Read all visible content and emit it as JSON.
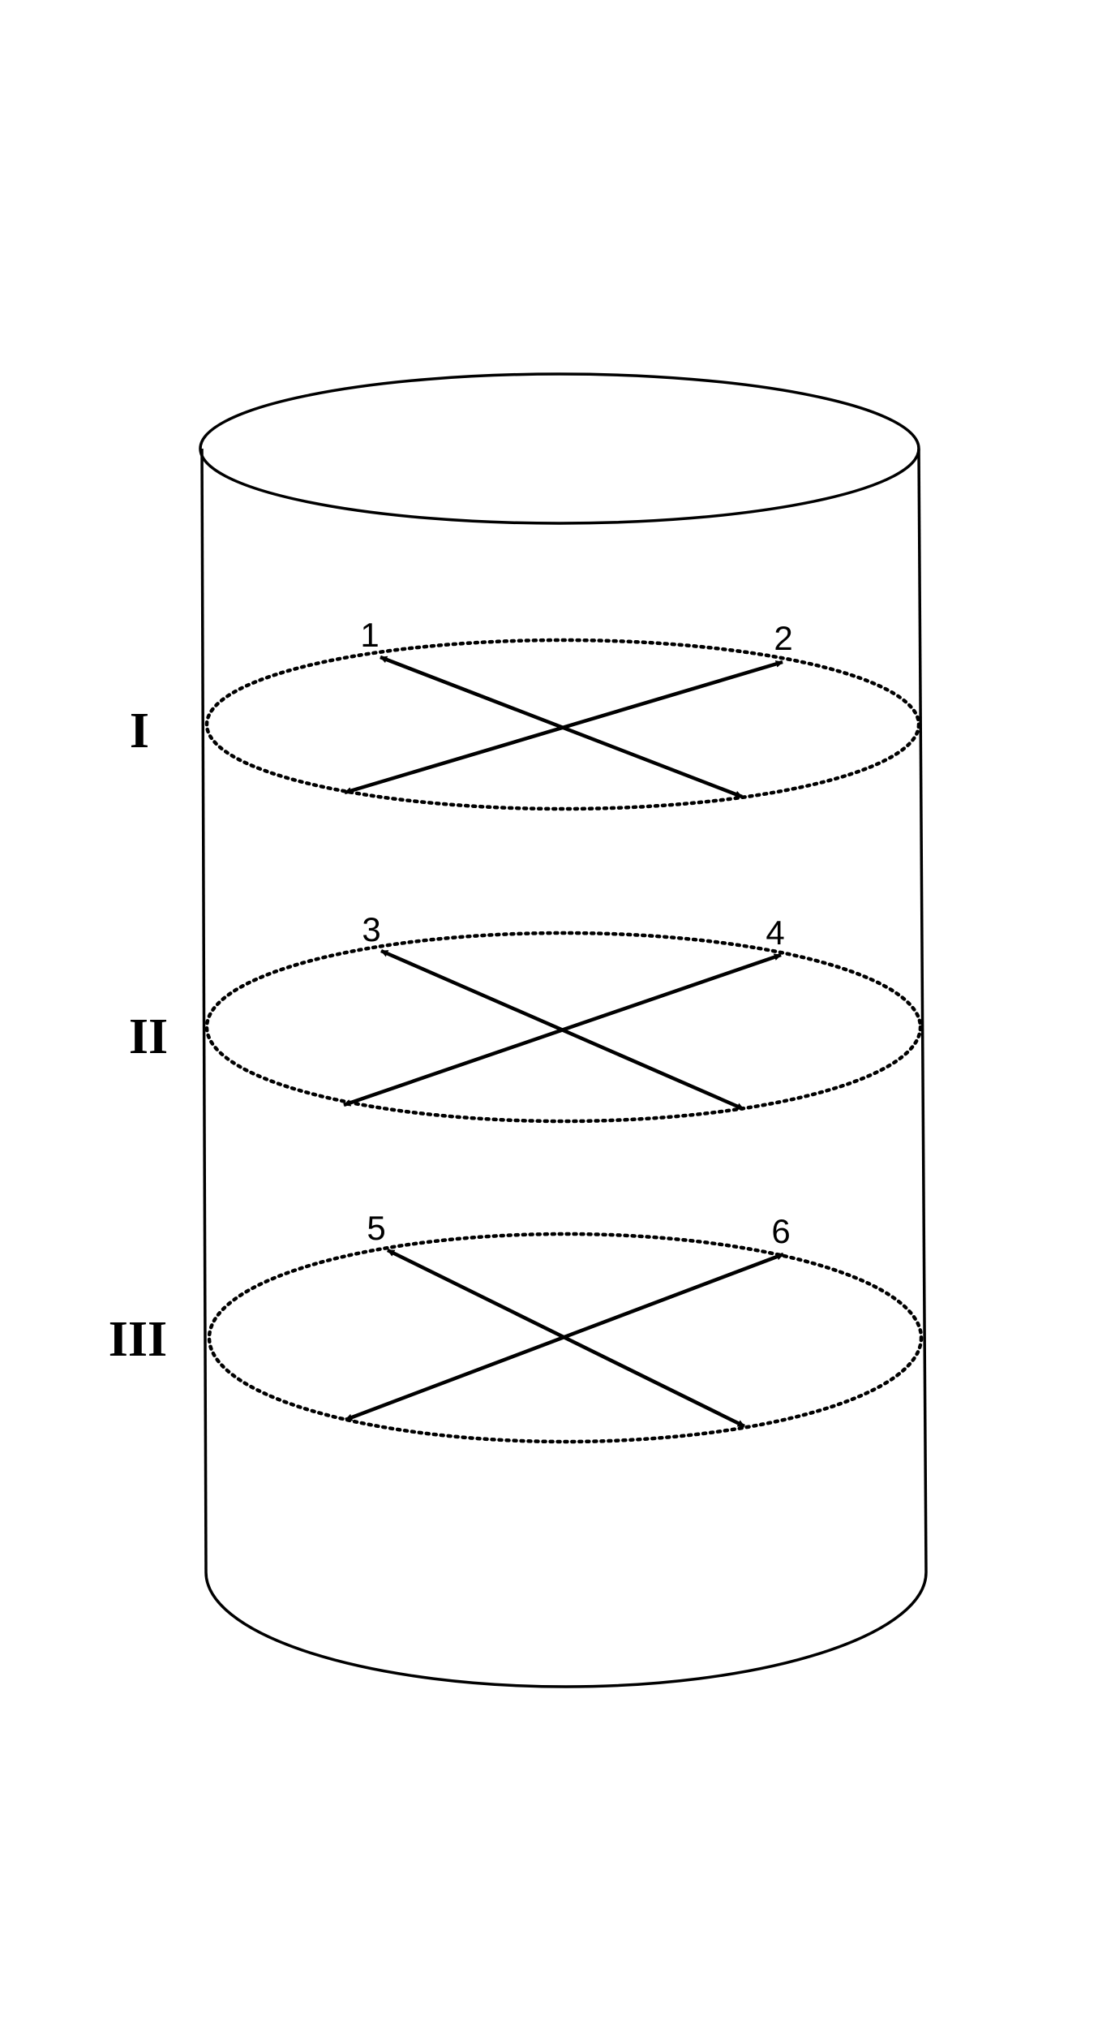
{
  "levels": [
    {
      "label": "I",
      "points": [
        "1",
        "2"
      ]
    },
    {
      "label": "II",
      "points": [
        "3",
        "4"
      ]
    },
    {
      "label": "III",
      "points": [
        "5",
        "6"
      ]
    }
  ],
  "colors": {
    "stroke": "#000000",
    "background": "#ffffff"
  }
}
